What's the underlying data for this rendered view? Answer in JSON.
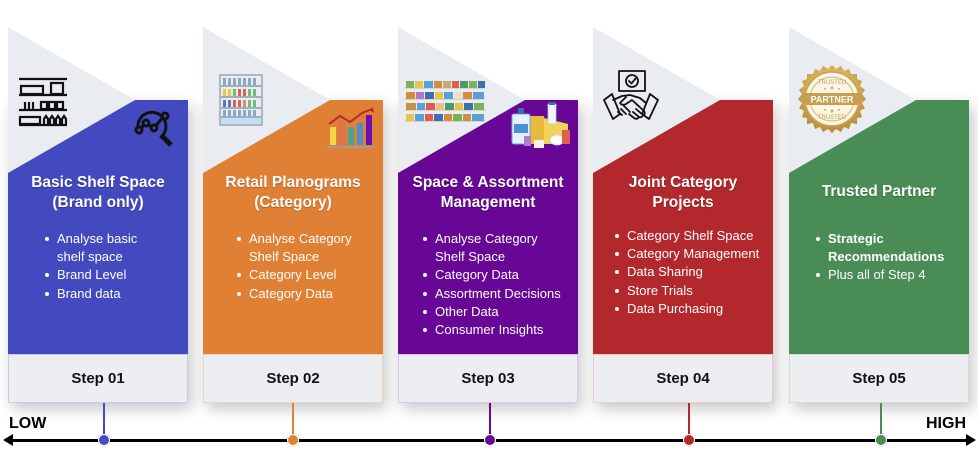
{
  "axis": {
    "low_label": "LOW",
    "high_label": "HIGH"
  },
  "colors": {
    "step1": "#4349BE",
    "step2": "#E08034",
    "step3": "#680696",
    "step4": "#B2282C",
    "step5": "#4A8C55",
    "gray_panel": "#E9ECF0"
  },
  "steps": [
    {
      "title_line1": "Basic Shelf Space",
      "title_line2": "(Brand only)",
      "bullets": [
        "Analyse basic",
        "shelf space",
        "Brand Level",
        "Brand data"
      ],
      "step_label": "Step 01",
      "icons": [
        "shelf-icon",
        "analytics-magnifier-icon"
      ]
    },
    {
      "title_line1": "Retail Planograms",
      "title_line2": "(Category)",
      "bullets": [
        "Analyse Category",
        "Shelf Space",
        "Category Level",
        "Category Data"
      ],
      "step_label": "Step 02",
      "icons": [
        "fridge-shelf-icon",
        "bar-chart-growth-icon"
      ]
    },
    {
      "title_line1": "Space & Assortment",
      "title_line2": "Management",
      "bullets": [
        "Analyse Category",
        "Shelf Space",
        "Category Data",
        "Assortment Decisions",
        "Other Data",
        "Consumer Insights"
      ],
      "step_label": "Step 03",
      "icons": [
        "supermarket-shelves-icon",
        "dairy-products-icon"
      ]
    },
    {
      "title_line1": "Joint Category",
      "title_line2": "Projects",
      "bullets": [
        "Category Shelf Space",
        "Category Management",
        "Data Sharing",
        "Store Trials",
        "Data Purchasing"
      ],
      "step_label": "Step 04",
      "icons": [
        "handshake-agreement-icon"
      ]
    },
    {
      "title_line1": "Trusted Partner",
      "bullets": [
        "Strategic",
        "Recommendations",
        "Plus all of Step 4"
      ],
      "step_label": "Step 05",
      "icons": [
        "trusted-partner-badge-icon"
      ],
      "badge": {
        "top": "TRUSTED",
        "middle": "PARTNER",
        "bottom": "TRUSTED"
      }
    }
  ]
}
